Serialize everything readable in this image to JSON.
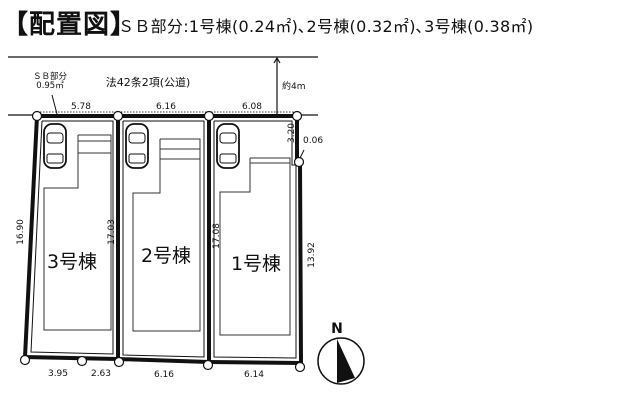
{
  "header": {
    "title": "【配置図】",
    "subtitle": "ＳＢ部分:1号棟(0.24㎡)､2号棟(0.32㎡)､3号棟(0.38㎡)"
  },
  "road": {
    "label": "法42条2項(公道)",
    "width_label": "約4m",
    "sb_label_line1": "ＳＢ部分",
    "sb_label_line2": "0.95㎡"
  },
  "dimensions": {
    "front": [
      "5.78",
      "6.16",
      "6.08"
    ],
    "rear": [
      "3.95",
      "2.63",
      "6.16",
      "6.14"
    ],
    "left_side": "16.90",
    "boundary_3_2": "17.03",
    "boundary_2_1": "17.08",
    "right_upper": "3.20",
    "right_offset": "0.06",
    "right_lower": "13.92"
  },
  "lots": [
    {
      "name": "3号棟"
    },
    {
      "name": "2号棟"
    },
    {
      "name": "1号棟"
    }
  ],
  "compass": {
    "label": "N"
  }
}
